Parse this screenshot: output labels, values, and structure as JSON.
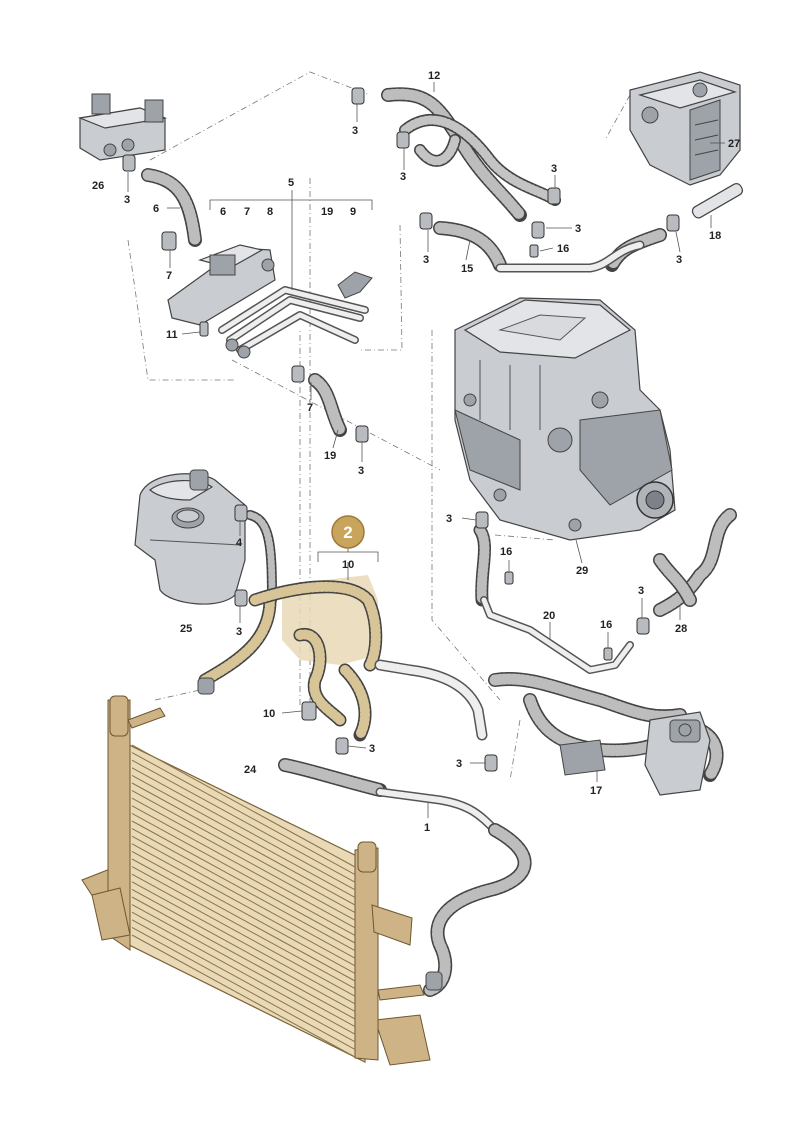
{
  "diagram": {
    "highlight_badge": {
      "number": "2"
    },
    "part_labels": [
      {
        "id": "p12",
        "text": "12"
      },
      {
        "id": "p3a",
        "text": "3"
      },
      {
        "id": "p3b",
        "text": "3"
      },
      {
        "id": "p3c",
        "text": "3"
      },
      {
        "id": "p3d",
        "text": "3"
      },
      {
        "id": "p27",
        "text": "27"
      },
      {
        "id": "p26",
        "text": "26"
      },
      {
        "id": "p3e",
        "text": "3"
      },
      {
        "id": "p6",
        "text": "6"
      },
      {
        "id": "p5",
        "text": "5"
      },
      {
        "id": "p6b",
        "text": "6"
      },
      {
        "id": "p7b",
        "text": "7"
      },
      {
        "id": "p8",
        "text": "8"
      },
      {
        "id": "p19b",
        "text": "19"
      },
      {
        "id": "p9",
        "text": "9"
      },
      {
        "id": "p18",
        "text": "18"
      },
      {
        "id": "p16a",
        "text": "16"
      },
      {
        "id": "p3f",
        "text": "3"
      },
      {
        "id": "p15",
        "text": "15"
      },
      {
        "id": "p3g",
        "text": "3"
      },
      {
        "id": "p7a",
        "text": "7"
      },
      {
        "id": "p11",
        "text": "11"
      },
      {
        "id": "p7c",
        "text": "7"
      },
      {
        "id": "p19",
        "text": "19"
      },
      {
        "id": "p3h",
        "text": "3"
      },
      {
        "id": "p4",
        "text": "4"
      },
      {
        "id": "p25",
        "text": "25"
      },
      {
        "id": "p3i",
        "text": "3"
      },
      {
        "id": "p10a",
        "text": "10"
      },
      {
        "id": "p3j",
        "text": "3"
      },
      {
        "id": "p16b",
        "text": "16"
      },
      {
        "id": "p29",
        "text": "29"
      },
      {
        "id": "p3k",
        "text": "3"
      },
      {
        "id": "p28",
        "text": "28"
      },
      {
        "id": "p20",
        "text": "20"
      },
      {
        "id": "p16c",
        "text": "16"
      },
      {
        "id": "p10b",
        "text": "10"
      },
      {
        "id": "p3l",
        "text": "3"
      },
      {
        "id": "p24",
        "text": "24"
      },
      {
        "id": "p3m",
        "text": "3"
      },
      {
        "id": "p17",
        "text": "17"
      },
      {
        "id": "p1",
        "text": "1"
      }
    ],
    "colors": {
      "highlight": "#e9d9b6",
      "badge": "#c9a45c",
      "parts": "#c9ccd0",
      "outline": "#444444"
    }
  }
}
